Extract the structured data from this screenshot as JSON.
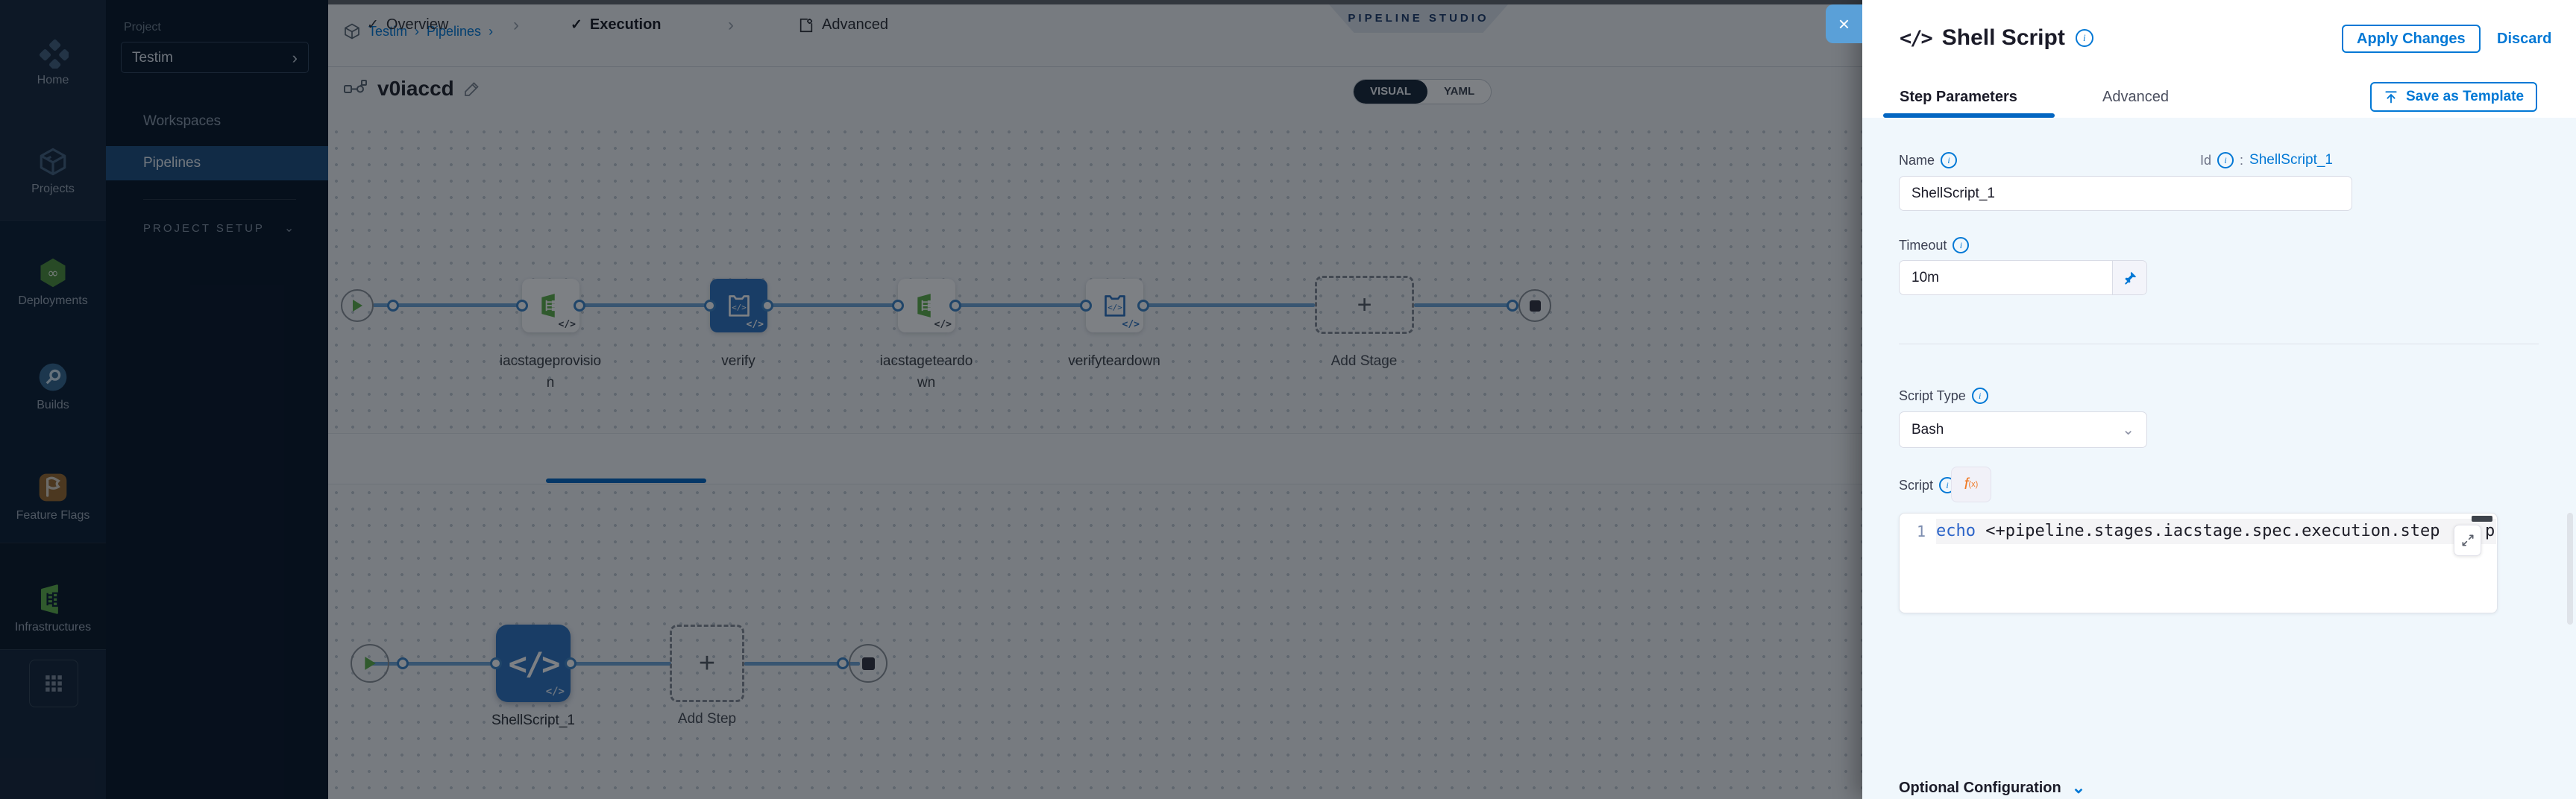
{
  "glyphs": {
    "check": "✓",
    "chevron_right": "›",
    "chevron_down": "⌄",
    "close": "×",
    "code": "</>",
    "colon": ":",
    "plus": "+"
  },
  "colors": {
    "accent": "#0278D5",
    "node_blue": "#2E74C0",
    "green": "#5FB049",
    "orange": "#E8812D",
    "connector": "#6FA5D8"
  },
  "nav_rail": {
    "items": [
      {
        "label": "Home"
      },
      {
        "label": "Projects"
      },
      {
        "label": "Deployments"
      },
      {
        "label": "Builds"
      },
      {
        "label": "Feature Flags"
      },
      {
        "label": "Infrastructures"
      }
    ]
  },
  "project_nav": {
    "section_label": "Project",
    "project_name": "Testim",
    "workspaces": "Workspaces",
    "pipelines": "Pipelines",
    "setup_label": "PROJECT SETUP"
  },
  "header": {
    "breadcrumb_project": "Testim",
    "breadcrumb_section": "Pipelines",
    "studio_badge": "PIPELINE STUDIO",
    "pipeline_name": "v0iaccd",
    "view_visual": "VISUAL",
    "view_yaml": "YAML"
  },
  "stage_graph": {
    "stage1_line1": "iacstageprovisio",
    "stage1_line2": "n",
    "stage2": "verify",
    "stage3_line1": "iacstageteardo",
    "stage3_line2": "wn",
    "stage4": "verifyteardown",
    "add_stage": "Add Stage"
  },
  "stage_tabs": {
    "overview": "Overview",
    "execution": "Execution",
    "advanced": "Advanced"
  },
  "step_graph": {
    "step1": "ShellScript_1",
    "add_step": "Add Step"
  },
  "drawer": {
    "title": "Shell Script",
    "apply": "Apply Changes",
    "discard": "Discard",
    "tab_params": "Step Parameters",
    "tab_advanced": "Advanced",
    "save_template": "Save as Template",
    "name_label": "Name",
    "name_value": "ShellScript_1",
    "id_label": "Id",
    "id_value": "ShellScript_1",
    "timeout_label": "Timeout",
    "timeout_value": "10m",
    "script_type_label": "Script Type",
    "script_type_value": "Bash",
    "script_label": "Script",
    "fx_f": "f",
    "fx_sub": "(x)",
    "line_number": "1",
    "code_keyword": "echo",
    "code_body": " <+pipeline.stages.iacstage.spec.execution.step",
    "code_tail": "ppl",
    "optional_config": "Optional Configuration"
  }
}
